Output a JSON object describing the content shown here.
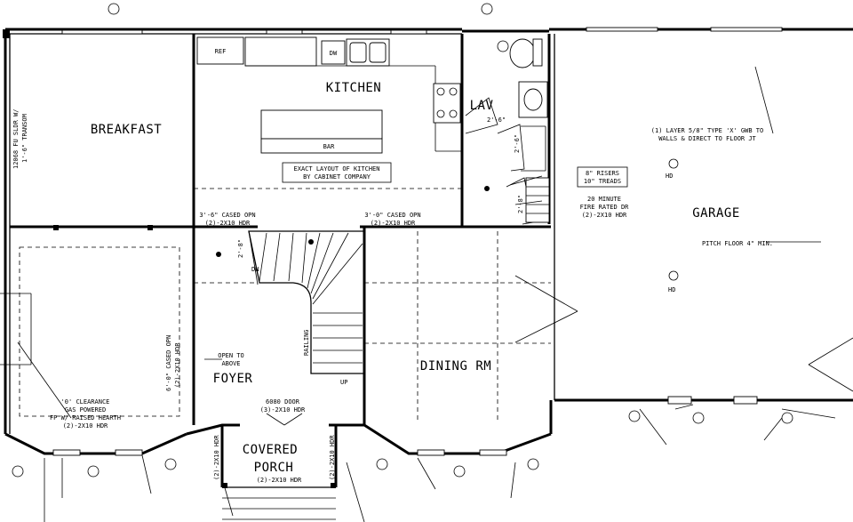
{
  "rooms": {
    "breakfast": "BREAKFAST",
    "kitchen": "KITCHEN",
    "garage": "GARAGE",
    "foyer": "FOYER",
    "dining": "DINING RM",
    "lav": "LAV",
    "porch_line1": "COVERED",
    "porch_line2": "PORCH"
  },
  "fixtures": {
    "ref": "REF",
    "dw": "DW",
    "bar": "BAR",
    "dn": "DN",
    "up": "UP",
    "railing": "RAILING",
    "hd1": "HD",
    "hd2": "HD"
  },
  "notes": {
    "slider_line1": "12068 FU SLDR W/",
    "slider_line2": "1'-6\" TRANSOM",
    "cabinet_line1": "EXACT LAYOUT OF KITCHEN",
    "cabinet_line2": "BY CABINET COMPANY",
    "cased_left_line1": "3'-6\" CASED OPN",
    "cased_left_line2": "(2)-2X10 HDR",
    "cased_right_line1": "3'-0\" CASED OPN",
    "cased_right_line2": "(2)-2X10 HDR",
    "cased_6_line1": "6'-0\" CASED OPN",
    "cased_6_line2": "(2)-2X10 HDR",
    "risers_line1": "8\" RISERS",
    "risers_line2": "10\" TREADS",
    "fire_line1": "20 MINUTE",
    "fire_line2": "FIRE RATED DR",
    "fire_line3": "(2)-2X10 HDR",
    "gwb_line1": "(1) LAYER 5/8\" TYPE 'X' GWB TO",
    "gwb_line2": "WALLS & DIRECT TO FLOOR JT",
    "pitch": "PITCH FLOOR 4\" MIN.",
    "open_line1": "OPEN TO",
    "open_line2": "ABOVE",
    "fp_line1": "'0' CLEARANCE",
    "fp_line2": "GAS POWERED",
    "fp_line3": "FP W/ RAISED HEARTH",
    "fp_line4": "(2)-2X10 HDR",
    "door_line1": "6080 DOOR",
    "door_line2": "(3)-2X10 HDR",
    "porch_hdr": "(2)-2X10 HDR",
    "porch_hdr_left": "(2)-2X10 HDR",
    "porch_hdr_right": "(2)-2X10 HDR",
    "dim_lav": "2'-6\"",
    "dim_closet1": "2'-6\"",
    "dim_closet2": "2'-8\"",
    "dim_stair": "2'-8\""
  }
}
